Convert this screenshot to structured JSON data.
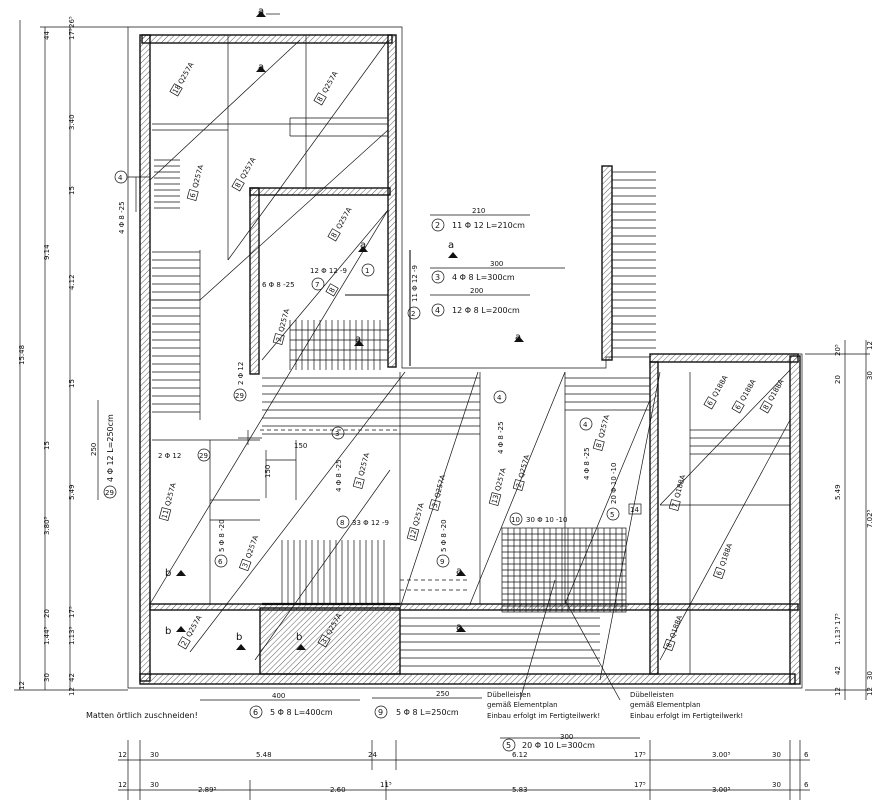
{
  "notes": {
    "matten": "Matten örtlich zuschneiden!",
    "duebel_left": [
      "Dübelleisten",
      "gemäß Elementplan",
      "Einbau erfolgt im Fertigteilwerk!"
    ],
    "duebel_right": [
      "Dübelleisten",
      "gemäß Elementplan",
      "Einbau erfolgt im Fertigteilwerk!"
    ]
  },
  "section_markers": {
    "label_a": "a",
    "label_b": "b"
  },
  "rebar_legend": [
    {
      "id": "leg-2",
      "num": "2",
      "text": "11  Φ  12    L=210cm",
      "length_label": "210"
    },
    {
      "id": "leg-3",
      "num": "3",
      "text": "4  Φ  8    L=300cm",
      "length_label": "300"
    },
    {
      "id": "leg-4",
      "num": "4",
      "text": "12  Φ  8    L=200cm",
      "length_label": "200"
    },
    {
      "id": "leg-6",
      "num": "6",
      "text": "5  Φ  8    L=400cm",
      "length_label": "400"
    },
    {
      "id": "leg-9",
      "num": "9",
      "text": "5  Φ  8    L=250cm",
      "length_label": "250"
    },
    {
      "id": "leg-5",
      "num": "5",
      "text": "20  Φ  10    L=300cm",
      "length_label": "300"
    },
    {
      "id": "leg-29",
      "num": "29",
      "text": "4  Φ  12    L=250cm",
      "length_label": "250"
    }
  ],
  "mesh_labels": {
    "q257a": "Q257A",
    "q188a": "Q188A",
    "mats_q257a": [
      "18",
      "8",
      "6",
      "8",
      "8",
      "13",
      "11",
      "12",
      "2",
      "3",
      "3"
    ],
    "mats_q188a": [
      "6",
      "6",
      "8",
      "7",
      "6",
      "8"
    ]
  },
  "bar_callouts": {
    "b1": "12  Φ  12  -9",
    "b2": "11  Φ  12  -9",
    "b4": "4  Φ  8  -25",
    "b4r1": "4  Φ  8  -25",
    "b4r2": "4  Φ  8  -25",
    "b5": "6  Φ  8  -25",
    "b7": "20  Φ  10  -10",
    "b8": "33  Φ  12  -9",
    "b10": "30  Φ  10  -10",
    "b13": "5  Φ  8  -20",
    "b14": "5  Φ  8  -20",
    "b15": "4  Φ  8  -25",
    "b3": "4  Φ  8  -25",
    "b29": "2  Φ  12",
    "b29b": "2  Φ  12",
    "num1": "1",
    "num2": "2",
    "num3": "3",
    "num4": "4",
    "num5": "5",
    "num6": "6",
    "num7": "7",
    "num8": "8",
    "num9": "9",
    "num10": "10",
    "num14": "14",
    "num29": "29",
    "num150a": "150",
    "num150b": "150"
  },
  "dims_left": {
    "outer": [
      "44",
      "17⁵",
      "26⁵",
      "3.40",
      "15",
      "9.14",
      "4.12",
      "15",
      "15",
      "5.49",
      "3.80⁵",
      "20",
      "1.44⁵",
      "17⁵",
      "1.13⁵",
      "30",
      "42",
      "12",
      "12",
      "15.48"
    ]
  },
  "dims_right": {
    "items": [
      "20⁵",
      "12",
      "20",
      "30",
      "5.49",
      "7.02⁵",
      "1.13⁵",
      "17⁵",
      "42",
      "30",
      "12",
      "12"
    ]
  },
  "dims_bottom": {
    "row1": [
      "12",
      "30",
      "5.48",
      "24",
      "6.12",
      "17⁵",
      "3.00⁵",
      "30",
      "6"
    ],
    "row2": [
      "12",
      "30",
      "2.89⁵",
      "2.60",
      "11⁵",
      "5.83",
      "17⁵",
      "3.00⁵",
      "30",
      "6"
    ]
  }
}
